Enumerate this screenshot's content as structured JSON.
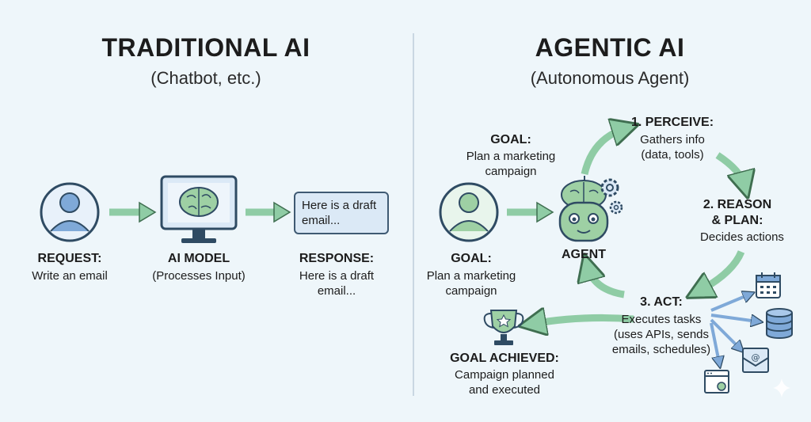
{
  "traditional": {
    "title": "TRADITIONAL AI",
    "subtitle": "(Chatbot, etc.)",
    "request_label": "REQUEST:",
    "request_text": "Write an email",
    "model_label": "AI MODEL",
    "model_text": "(Processes Input)",
    "bubble_text": "Here is a draft email...",
    "response_label": "RESPONSE:",
    "response_line1": "Here is a draft",
    "response_line2": "email..."
  },
  "agentic": {
    "title": "AGENTIC AI",
    "subtitle": "(Autonomous Agent)",
    "goal_top_label": "GOAL:",
    "goal_top_line1": "Plan a marketing",
    "goal_top_line2": "campaign",
    "goal_user_label": "GOAL:",
    "goal_user_line1": "Plan a marketing",
    "goal_user_line2": "campaign",
    "agent_label": "AGENT",
    "perceive_label": "1. PERCEIVE:",
    "perceive_line1": "Gathers info",
    "perceive_line2": "(data, tools)",
    "reason_line1": "2. REASON",
    "reason_line2": "& PLAN:",
    "reason_text": "Decides actions",
    "act_label": "3. ACT:",
    "act_line1": "Executes tasks",
    "act_line2": "(uses APIs, sends",
    "act_line3": "emails, schedules)",
    "achieved_label": "GOAL ACHIEVED:",
    "achieved_line1": "Campaign planned",
    "achieved_line2": "and executed"
  },
  "icons": [
    "user-icon",
    "monitor-icon",
    "brain-icon",
    "robot-icon",
    "gear-icon",
    "trophy-icon",
    "calendar-icon",
    "database-icon",
    "email-icon",
    "browser-icon",
    "sparkle-icon"
  ],
  "colors": {
    "background": "#eef6fa",
    "arrow_green": "#8fcca5",
    "blue_fill": "#7fa9d8",
    "green_fill": "#9ed0a4",
    "outline": "#2f4b63"
  }
}
